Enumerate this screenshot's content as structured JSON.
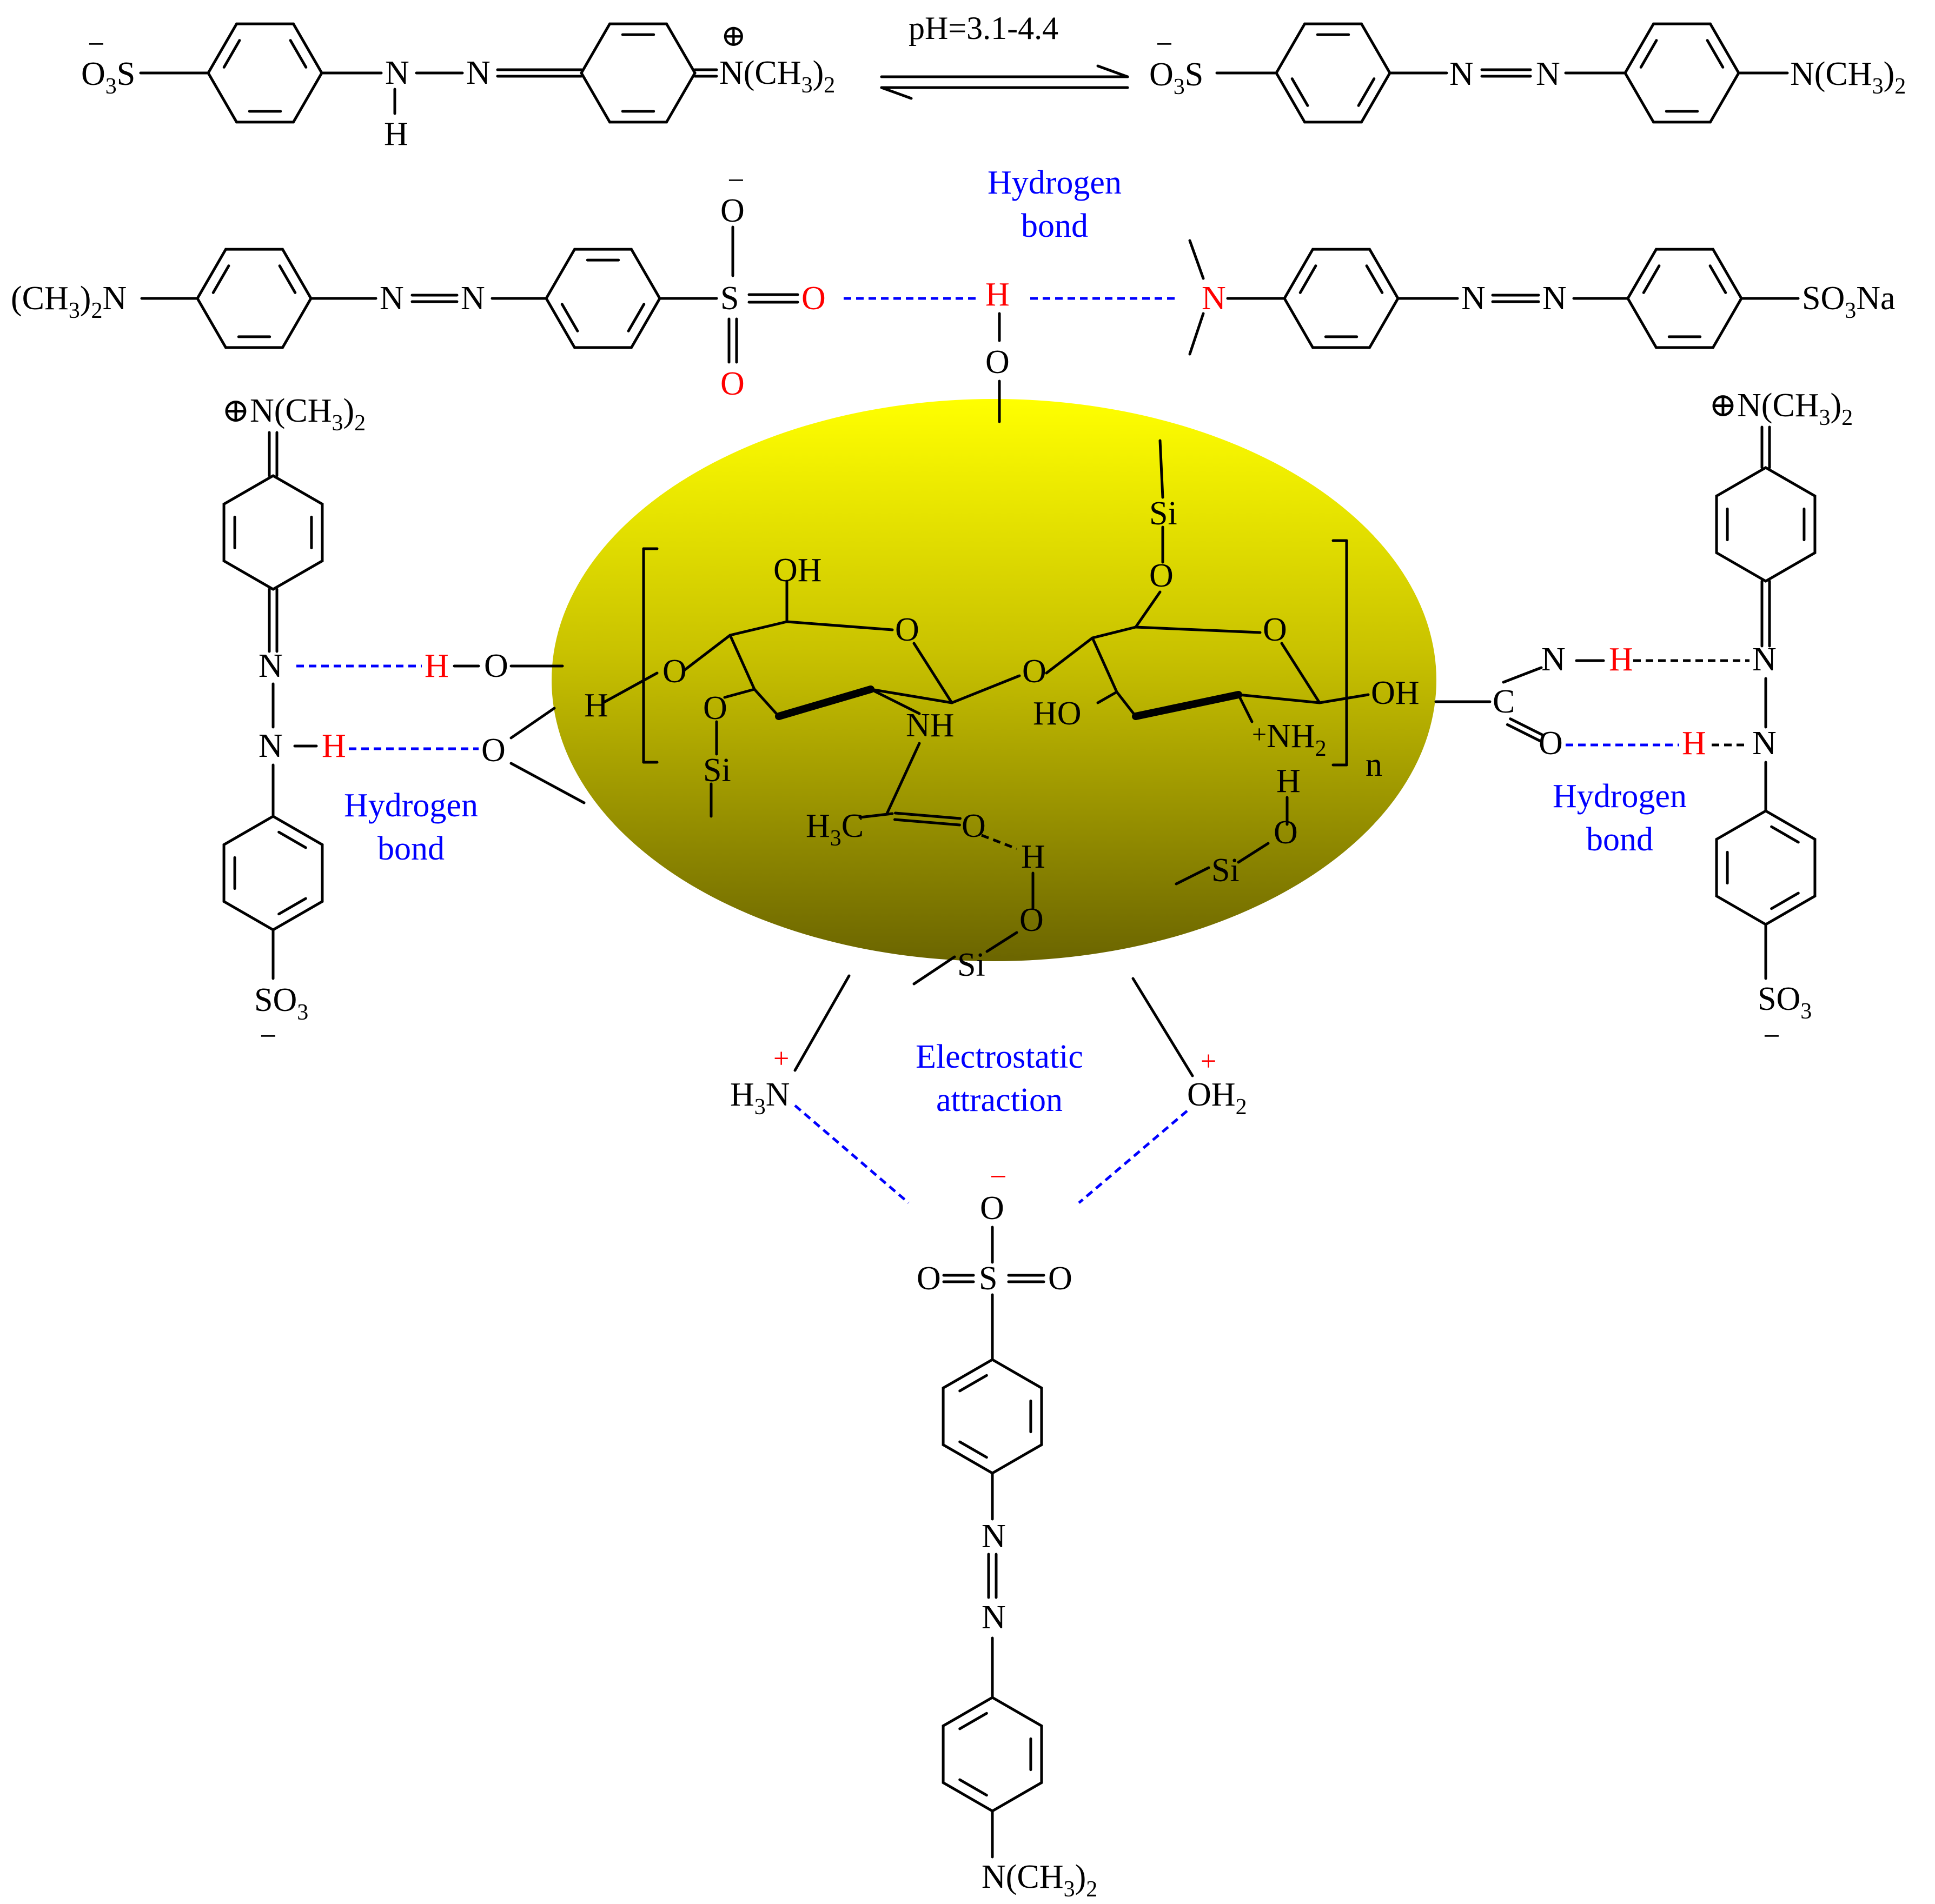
{
  "colors": {
    "ink": "#000000",
    "hbond": "#0000ff",
    "highlight": "#ff0000",
    "ellipse_top": "#ffff00",
    "ellipse_mid": "#c9c200",
    "ellipse_bottom": "#6b6500"
  },
  "equilibrium": {
    "condition": "pH=3.1-4.4",
    "left_sulfonate": "O3S",
    "left_dimethylamino": "N(CH3)2",
    "right_sulfonate": "O3S",
    "right_dimethylamino": "N(CH3)2",
    "n_label": "N",
    "h_label": "H"
  },
  "top_row": {
    "left_dimethylamino": "(CH3)2N",
    "o_label": "O",
    "s_label": "S",
    "h_label": "H",
    "n_label": "N",
    "right_sulfonate": "SO3Na",
    "hbond_label": [
      "Hydrogen",
      "bond"
    ]
  },
  "left_dye": {
    "dimethylamino": "N(CH3)2",
    "sulfonate": "SO3",
    "hbond_label": [
      "Hydrogen",
      "bond"
    ]
  },
  "right_dye": {
    "dimethylamino": "N(CH3)2",
    "sulfonate": "SO3",
    "hbond_label": [
      "Hydrogen",
      "bond"
    ]
  },
  "core": {
    "oh_labels": [
      "OH",
      "OH",
      "HO"
    ],
    "nh_label": "NH",
    "nh2_label": "NH2",
    "acetyl": "H3C",
    "si_label": "Si",
    "o_label": "O",
    "h_label": "H",
    "c_label": "C",
    "repeat_n": "n"
  },
  "bottom": {
    "ammonium": "H3N",
    "oxonium": "OH2",
    "attraction_label": [
      "Electrostatic",
      "attraction"
    ],
    "bottom_dimethylamino": "N(CH3)2"
  }
}
